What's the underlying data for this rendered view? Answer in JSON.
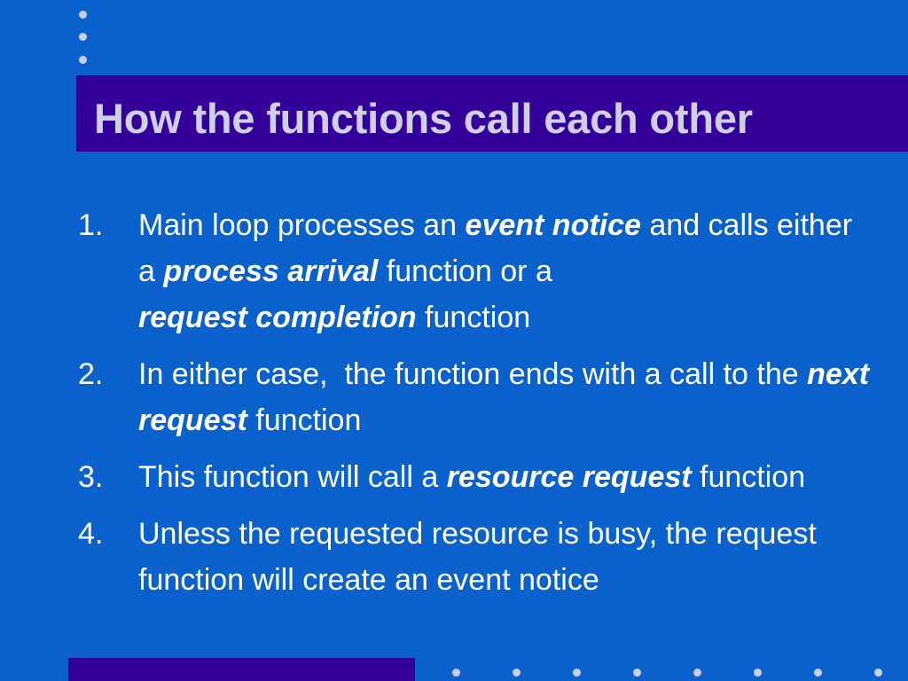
{
  "slide": {
    "title": "How the functions call each other"
  },
  "items": [
    {
      "number": "1.",
      "parts": [
        {
          "text": "Main loop processes an ",
          "style": "normal"
        },
        {
          "text": "event notice",
          "style": "emphasis"
        },
        {
          "text": " and calls either a ",
          "style": "normal"
        },
        {
          "text": "process arrival",
          "style": "emphasis"
        },
        {
          "text": " function or a ",
          "style": "normal"
        },
        {
          "text": "request completion",
          "style": "emphasis"
        },
        {
          "text": " function",
          "style": "normal"
        }
      ]
    },
    {
      "number": "2.",
      "parts": [
        {
          "text": "In either case,  the function ends with a call to the ",
          "style": "normal"
        },
        {
          "text": "next request",
          "style": "emphasis"
        },
        {
          "text": " function",
          "style": "normal"
        }
      ]
    },
    {
      "number": "3.",
      "parts": [
        {
          "text": "This function will call a ",
          "style": "normal"
        },
        {
          "text": "resource request",
          "style": "emphasis"
        },
        {
          "text": " function",
          "style": "normal"
        }
      ]
    },
    {
      "number": "4.",
      "parts": [
        {
          "text": "Unless the requested resource is busy, the request function will create an event notice",
          "style": "normal"
        }
      ]
    }
  ],
  "colors": {
    "background": "#0a61cb",
    "accent_bar": "#330099",
    "title_text": "#cfcfe6",
    "body_text": "#ffffff",
    "dot": "#c8cfe6"
  }
}
